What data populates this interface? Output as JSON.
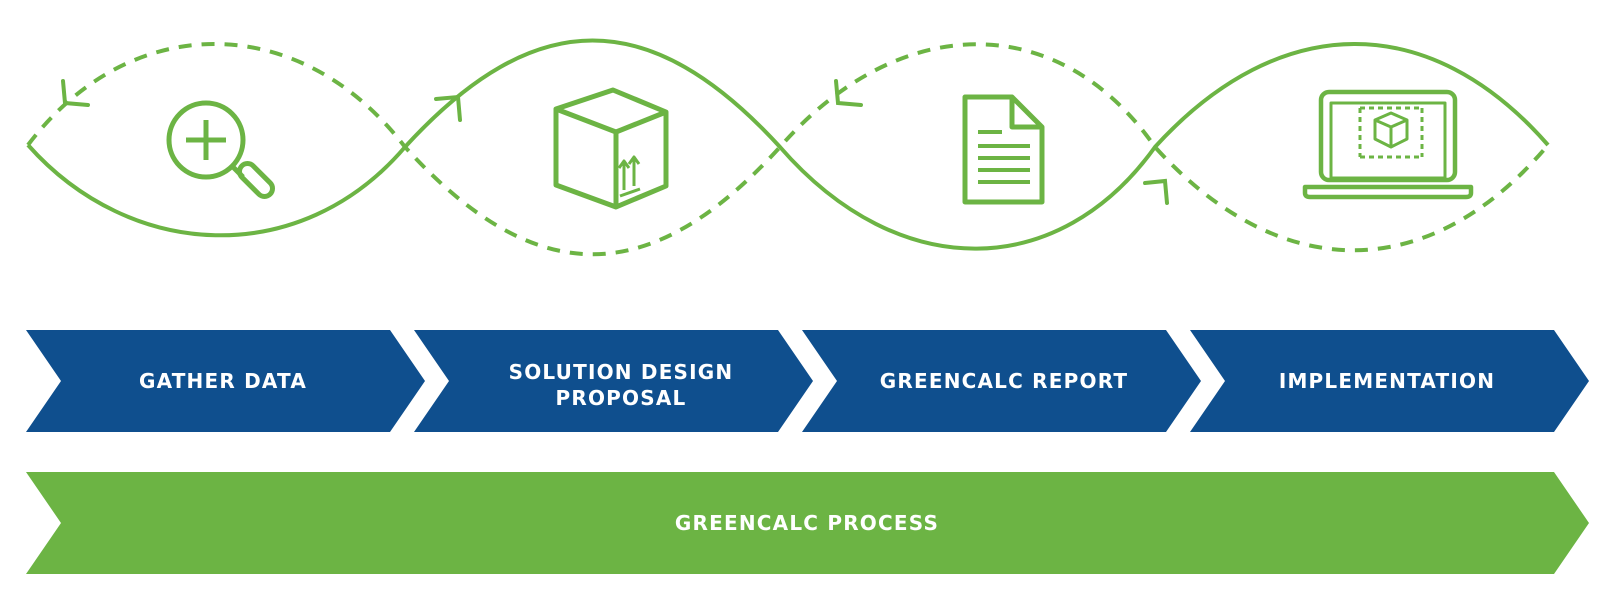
{
  "colors": {
    "green": "#6cb444",
    "blue": "#0f4f8e",
    "label": "#ffffff"
  },
  "steps": [
    {
      "label_lines": [
        "GATHER DATA"
      ],
      "icon": "magnifier-plus-icon"
    },
    {
      "label_lines": [
        "SOLUTION DESIGN",
        "PROPOSAL"
      ],
      "icon": "package-box-icon"
    },
    {
      "label_lines": [
        "GREENCALC REPORT"
      ],
      "icon": "document-icon"
    },
    {
      "label_lines": [
        "IMPLEMENTATION"
      ],
      "icon": "laptop-cube-icon"
    }
  ],
  "process_bar": {
    "label": "GREENCALC PROCESS"
  }
}
